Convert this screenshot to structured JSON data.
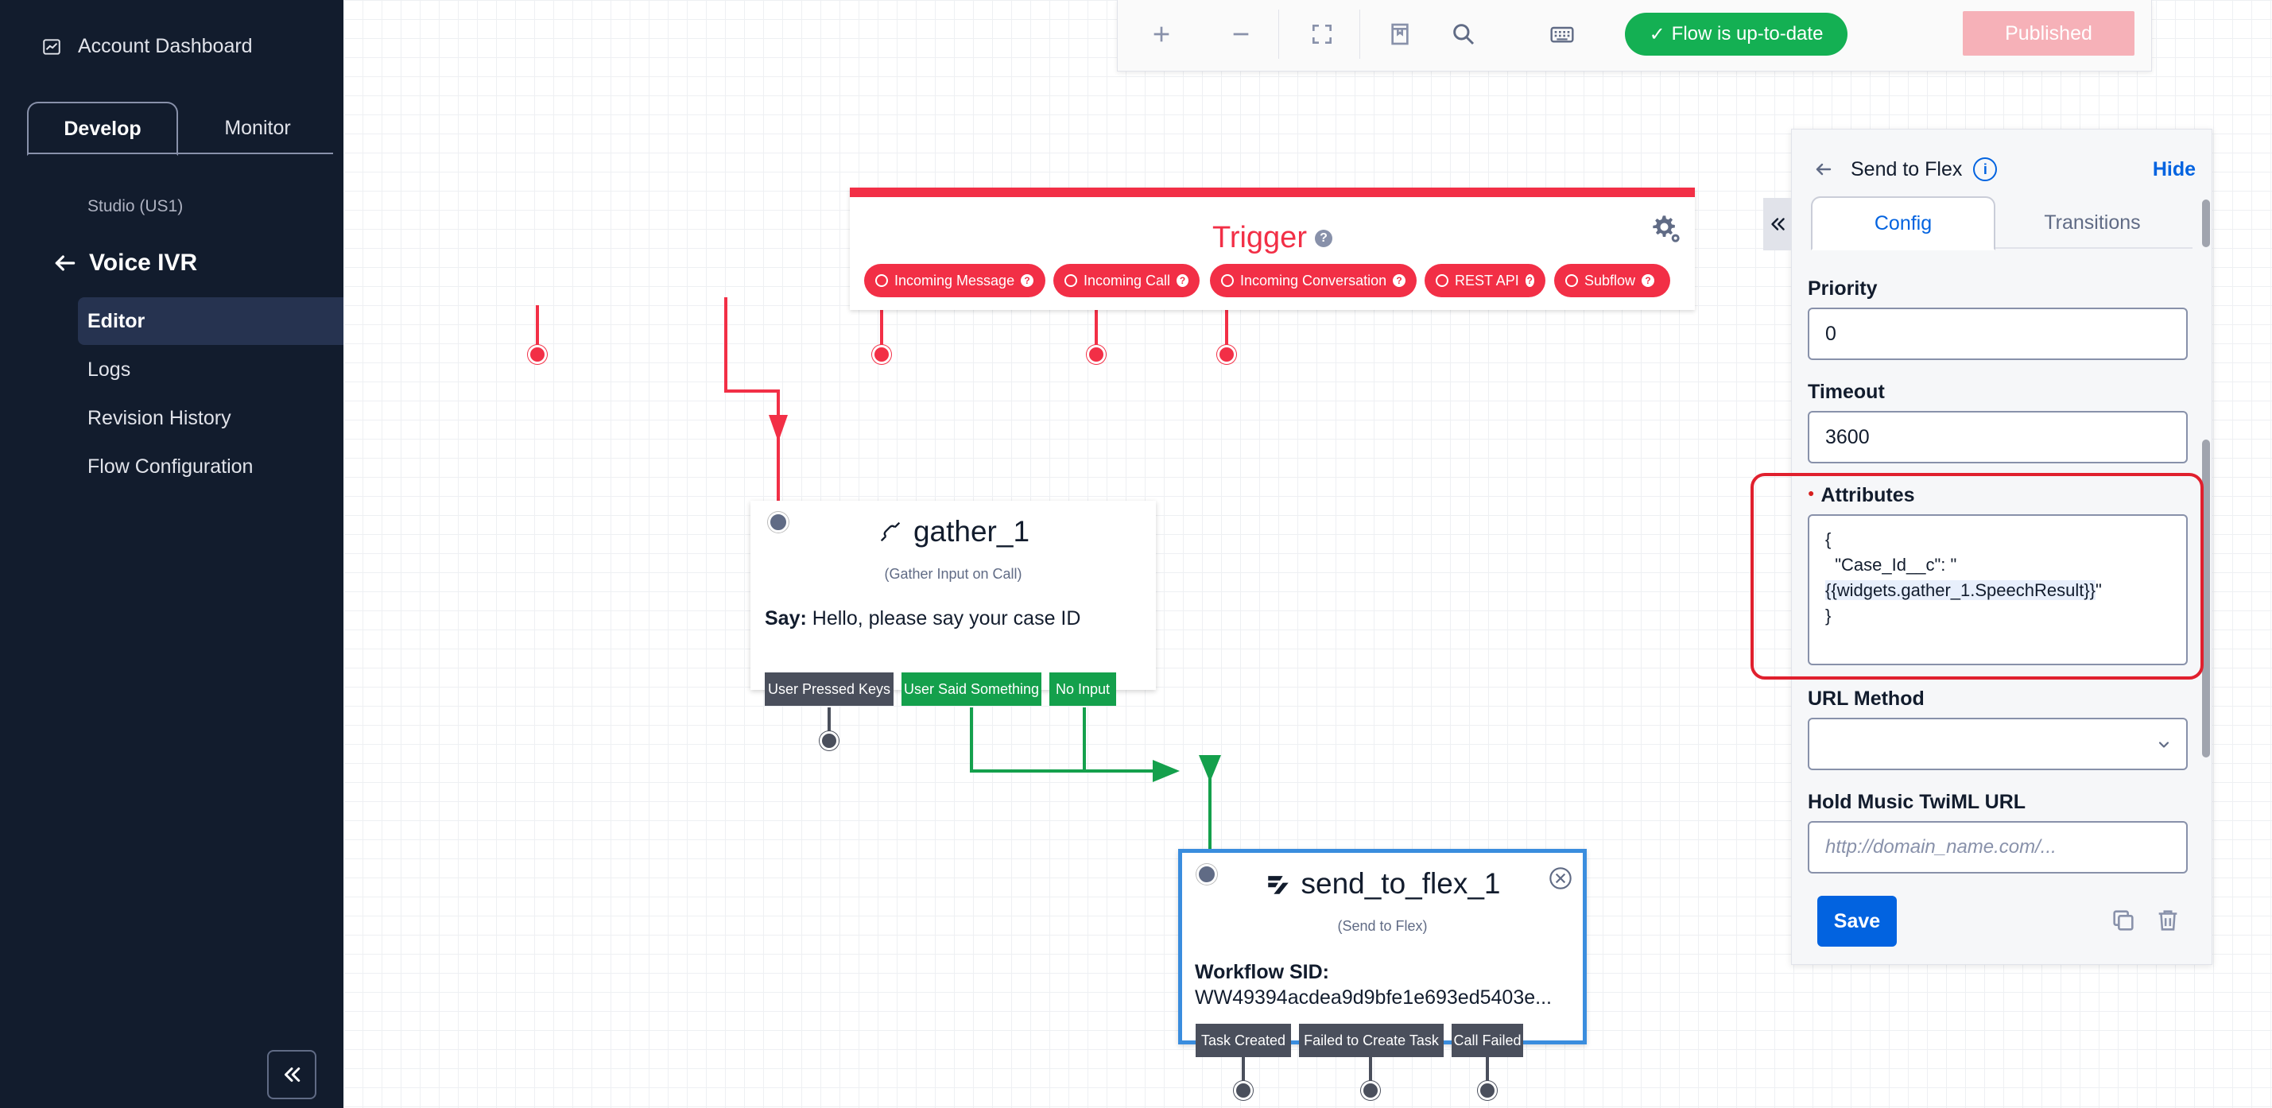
{
  "sidebar": {
    "account_label": "Account Dashboard",
    "tabs": [
      {
        "label": "Develop"
      },
      {
        "label": "Monitor"
      }
    ],
    "section_label": "Studio (US1)",
    "flow_name": "Voice IVR",
    "items": [
      {
        "label": "Editor"
      },
      {
        "label": "Logs"
      },
      {
        "label": "Revision History"
      },
      {
        "label": "Flow Configuration"
      }
    ]
  },
  "toolbar": {
    "status_label": "Flow is up-to-date",
    "publish_label": "Published"
  },
  "trigger": {
    "title": "Trigger",
    "pills": [
      {
        "label": "Incoming Message"
      },
      {
        "label": "Incoming Call"
      },
      {
        "label": "Incoming Conversation"
      },
      {
        "label": "REST API"
      },
      {
        "label": "Subflow"
      }
    ]
  },
  "gather": {
    "title": "gather_1",
    "subtitle": "(Gather Input on Call)",
    "say_label": "Say:",
    "say_text": "Hello, please say your case ID",
    "transitions": [
      {
        "label": "User Pressed Keys"
      },
      {
        "label": "User Said Something"
      },
      {
        "label": "No Input"
      }
    ]
  },
  "send_to_flex": {
    "title": "send_to_flex_1",
    "subtitle": "(Send to Flex)",
    "field_label": "Workflow SID:",
    "field_value": "WW49394acdea9d9bfe1e693ed5403e...",
    "transitions": [
      {
        "label": "Task Created"
      },
      {
        "label": "Failed to Create Task"
      },
      {
        "label": "Call Failed"
      }
    ]
  },
  "panel": {
    "title": "Send to Flex",
    "hide_label": "Hide",
    "tabs": [
      {
        "label": "Config"
      },
      {
        "label": "Transitions"
      }
    ],
    "priority": {
      "label": "Priority",
      "value": "0"
    },
    "timeout": {
      "label": "Timeout",
      "value": "3600"
    },
    "attributes": {
      "label": "Attributes",
      "line1": "{",
      "line2": "  \"Case_Id__c\": \"",
      "line3": "{{widgets.gather_1.SpeechResult}}",
      "line3_suffix": "\"",
      "line4": "}"
    },
    "url_method": {
      "label": "URL Method",
      "value": ""
    },
    "hold_music": {
      "label": "Hold Music TwiML URL",
      "placeholder": "http://domain_name.com/..."
    },
    "save_label": "Save"
  },
  "colors": {
    "sidebar_bg": "#121c2d",
    "trigger_red": "#f22f46",
    "success_green": "#14b053",
    "primary_blue": "#0263e0",
    "highlight_red": "#e0202e"
  }
}
